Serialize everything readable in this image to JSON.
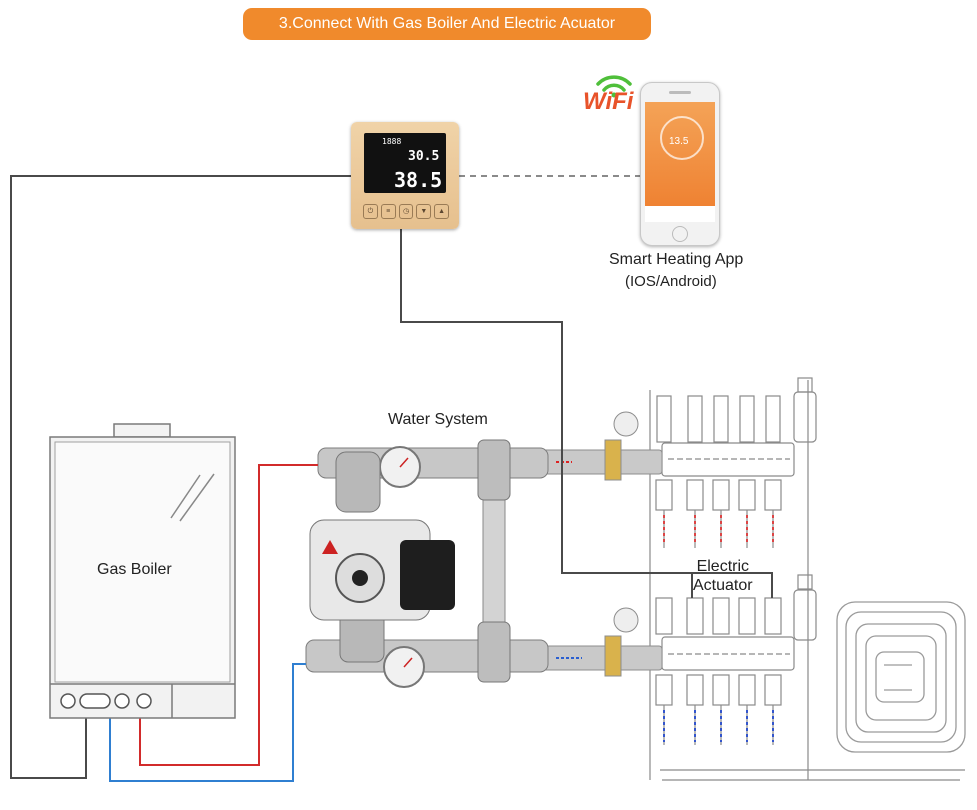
{
  "title": "3.Connect With Gas Boiler And Electric Acuator",
  "labels": {
    "gas_boiler": "Gas Boiler",
    "smart_app": "Smart Heating App",
    "app_platforms": "(IOS/Android)",
    "water_system": "Water System",
    "electric_actuator_line1": "Electric",
    "electric_actuator_line2": "Actuator",
    "wifi": "WiFi"
  },
  "thermostat_display": {
    "set_temp": "30.5",
    "room_temp": "38.5",
    "clock": "1888"
  },
  "app_display": {
    "temp": "13.5"
  },
  "colors": {
    "accent": "#f08a2c",
    "control_wire": "#4a4a4a",
    "hot_pipe": "#d22b2b",
    "cold_pipe": "#2f7fd1",
    "wifi_link": "#8a8a8a"
  }
}
